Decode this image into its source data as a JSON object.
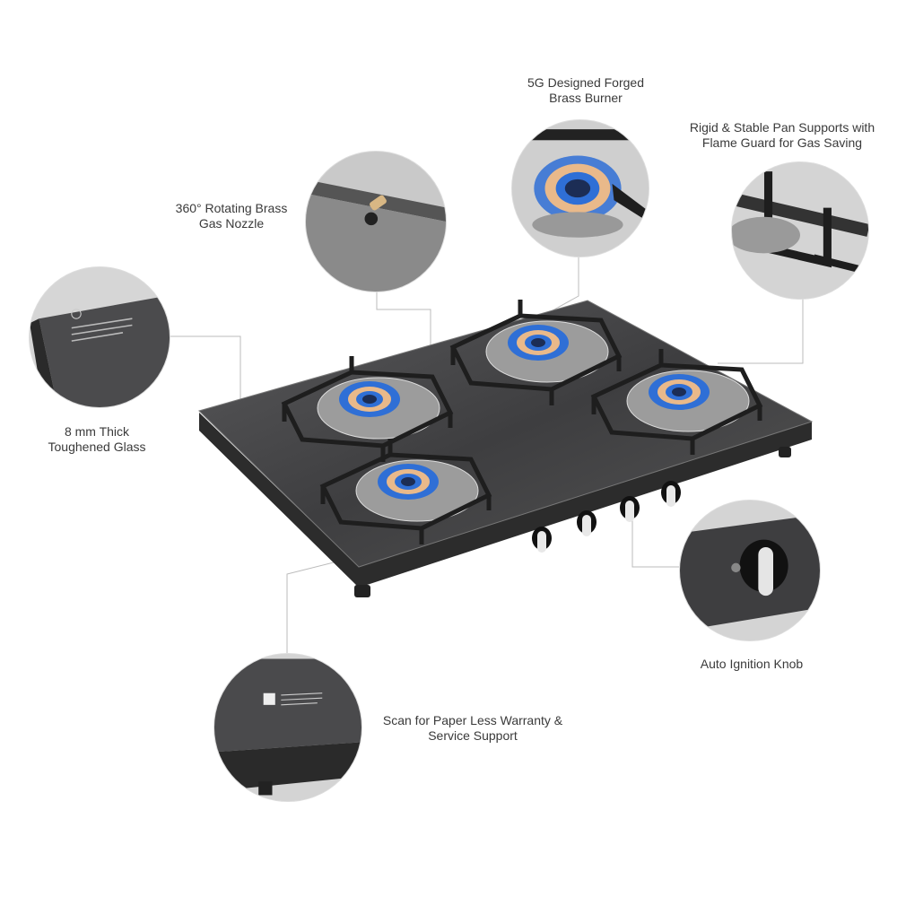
{
  "callouts": {
    "burner": {
      "line1": "5G Designed Forged",
      "line2": "Brass Burner"
    },
    "pan_supports": {
      "line1": "Rigid & Stable Pan Supports with",
      "line2": "Flame Guard for Gas Saving"
    },
    "nozzle": {
      "line1": "360° Rotating Brass",
      "line2": "Gas Nozzle"
    },
    "glass": {
      "line1": "8 mm Thick",
      "line2": "Toughened Glass"
    },
    "knob": {
      "line1": "Auto Ignition Knob"
    },
    "warranty": {
      "line1": "Scan for Paper Less Warranty &",
      "line2": "Service Support"
    }
  },
  "colors": {
    "flame": "#2f6fd6",
    "brass": "#e9b98a",
    "glass": "#4a4a4c",
    "support": "#1e1e1e"
  }
}
